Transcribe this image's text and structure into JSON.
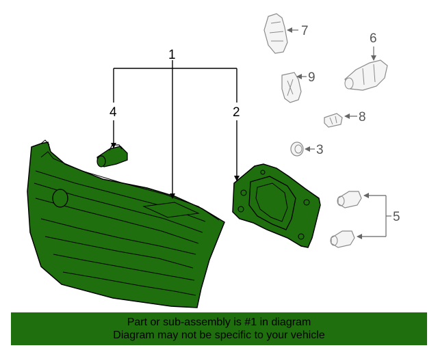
{
  "diagram": {
    "callouts": {
      "c1": "1",
      "c2": "2",
      "c3": "3",
      "c4": "4",
      "c5": "5",
      "c6": "6",
      "c7": "7",
      "c8": "8",
      "c9": "9"
    }
  },
  "footer": {
    "line1": "Part or sub-assembly is #1 in diagram",
    "line2": "Diagram may not be specific to your vehicle"
  },
  "colors": {
    "part_fill": "#1f6f0e",
    "line": "#000000",
    "faded_part": "#9a9a9a",
    "footer_bg": "#1f6f0e"
  }
}
